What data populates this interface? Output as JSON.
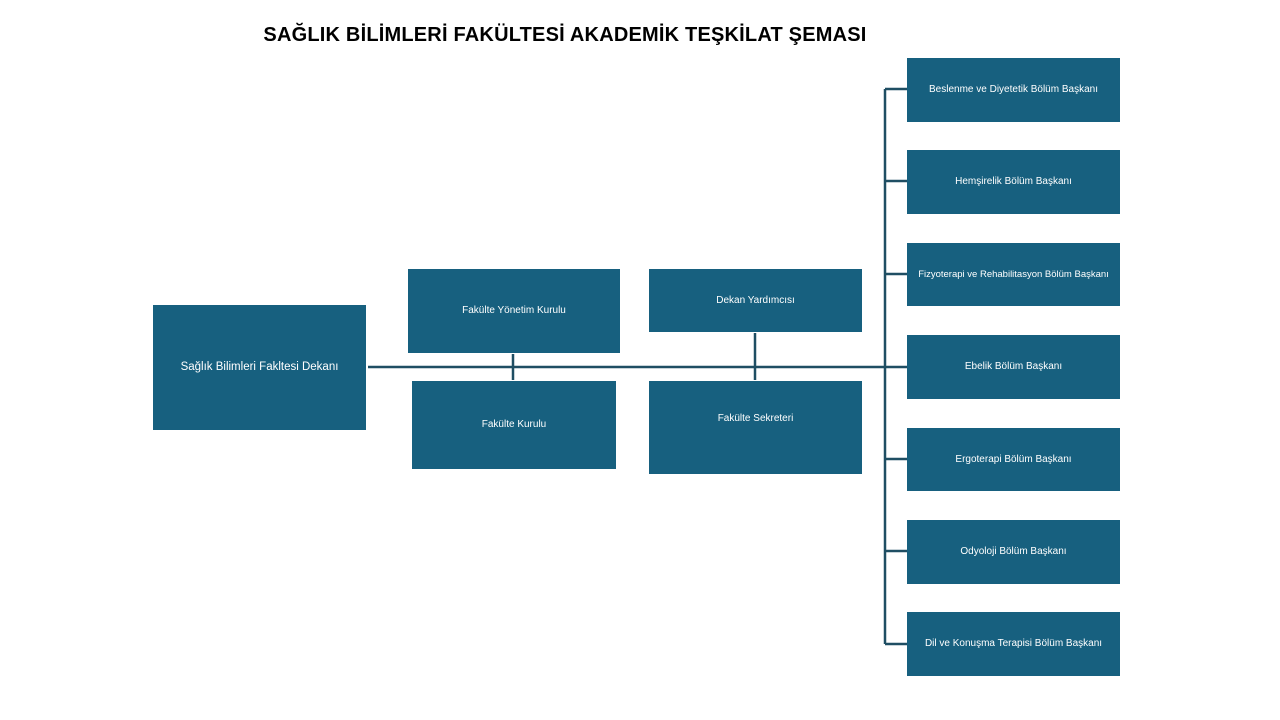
{
  "title": "SAĞLIK BİLİMLERİ FAKÜLTESİ AKADEMİK TEŞKİLAT ŞEMASI",
  "colors": {
    "box_fill": "#17607f",
    "connector": "#1f4e63",
    "box_text": "#ffffff"
  },
  "dean": "Sağlık Bilimleri Fakltesi Dekanı",
  "middle": {
    "yonetim_kurulu": "Fakülte Yönetim Kurulu",
    "fakulte_kurulu": "Fakülte Kurulu",
    "dekan_yardimcisi": "Dekan Yardımcısı",
    "fakulte_sekreteri": "Fakülte Sekreteri"
  },
  "departments": [
    "Beslenme ve Diyetetik Bölüm Başkanı",
    "Hemşirelik Bölüm Başkanı",
    "Fizyoterapi ve Rehabilitasyon Bölüm Başkanı",
    "Ebelik Bölüm Başkanı",
    "Ergoterapi Bölüm Başkanı",
    "Odyoloji Bölüm Başkanı",
    "Dil ve Konuşma Terapisi Bölüm Başkanı"
  ]
}
